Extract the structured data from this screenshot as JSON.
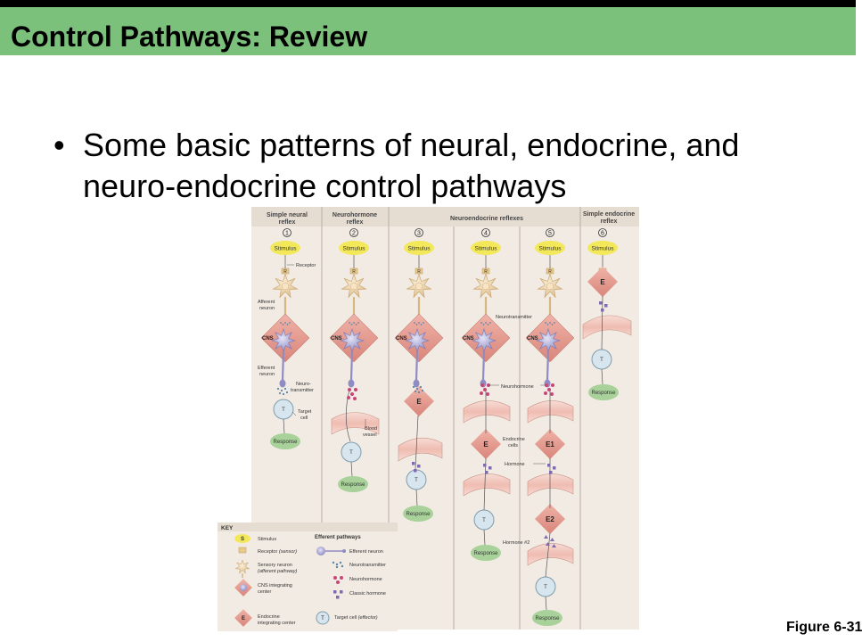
{
  "title": "Control Pathways: Review",
  "bullet": "Some basic patterns of neural, endocrine, and neuro-endocrine control pathways",
  "figure_label": "Figure 6-31",
  "diagram": {
    "headers": {
      "simple_neural": [
        "Simple neural",
        "reflex"
      ],
      "neurohormone": [
        "Neurohormone",
        "reflex"
      ],
      "neuroendocrine": "Neuroendocrine reflexes",
      "simple_endocrine": [
        "Simple endocrine",
        "reflex"
      ]
    },
    "column_numbers": [
      "1",
      "2",
      "3",
      "4",
      "5",
      "6"
    ],
    "stimulus": "Stimulus",
    "receptor_letter": "R",
    "cns": "CNS",
    "target_letter": "T",
    "endocrine_letter": "E",
    "e1": "E1",
    "e2": "E2",
    "response": "Response",
    "labels": {
      "receptor": "Receptor",
      "afferent": [
        "Afferent",
        "neuron"
      ],
      "efferent": [
        "Efferent",
        "neuron"
      ],
      "neurotransmitter_col1": [
        "Neuro-",
        "transmitter"
      ],
      "target_cell": [
        "Target",
        "cell"
      ],
      "blood_vessel": [
        "Blood",
        "vessel"
      ],
      "neurotransmitter": "Neurotransmitter",
      "neurohormone": "Neurohormone",
      "endocrine_cells": [
        "Endocrine",
        "cells"
      ],
      "hormone": "Hormone",
      "hormone2": "Hormone #2"
    },
    "key": {
      "title": "KEY",
      "stimulus_letter": "S",
      "stimulus": "Stimulus",
      "receptor_prefix": "Receptor ",
      "receptor_suffix": "(sensor)",
      "sensory": "Sensory neuron",
      "sensory_sub": "(afferent pathway)",
      "cns_line1": "CNS integrating",
      "cns_line2": "center",
      "endocrine_line1": "Endocrine",
      "endocrine_line2": "integrating center",
      "efferent_title": "Efferent pathways",
      "efferent_neuron": "Efferent neuron",
      "neurotransmitter": "Neurotransmitter",
      "neurohormone": "Neurohormone",
      "classic_hormone": "Classic hormone",
      "target_prefix": "Target cell ",
      "target_suffix": "(effector)"
    }
  },
  "colors": {
    "title_bar": "#7cc17b",
    "stimulus": "#f2e85a",
    "receptor": "#e9c98a",
    "cns": "#e59a90",
    "neuron": "#b7b5d9",
    "target": "#d7e6ee",
    "response": "#a8d29a",
    "vessel": "#f2c9c0"
  }
}
